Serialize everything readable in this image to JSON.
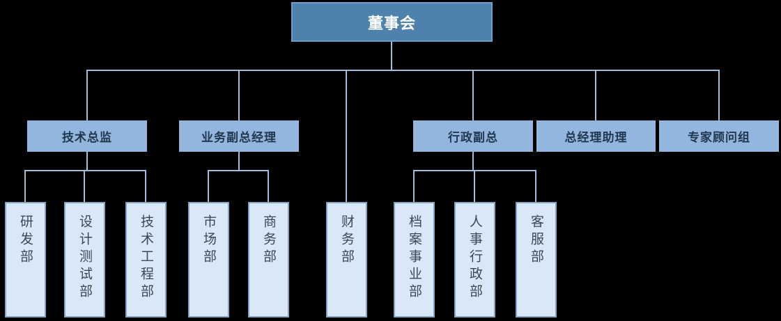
{
  "org": {
    "root": {
      "label": "董事会"
    },
    "managers": [
      {
        "label": "技术总监"
      },
      {
        "label": "业务副总经理"
      },
      {
        "label": "行政副总"
      },
      {
        "label": "总经理助理"
      },
      {
        "label": "专家顾问组"
      }
    ],
    "departments": [
      {
        "label": "研发部",
        "parent": "技术总监"
      },
      {
        "label": "设计测试部",
        "parent": "技术总监"
      },
      {
        "label": "技术工程部",
        "parent": "技术总监"
      },
      {
        "label": "市场部",
        "parent": "业务副总经理"
      },
      {
        "label": "商务部",
        "parent": "业务副总经理"
      },
      {
        "label": "财务部",
        "parent": "董事会"
      },
      {
        "label": "档案事业部",
        "parent": "行政副总"
      },
      {
        "label": "人事行政部",
        "parent": "行政副总"
      },
      {
        "label": "客服部",
        "parent": "行政副总"
      }
    ],
    "colors": {
      "background": "#000000",
      "connector": "#a3bedd",
      "root_fill": "#4e81ab",
      "root_border": "#6d9ec7",
      "root_text": "#ffffff",
      "manager_fill": "#93b6de",
      "manager_text": "#1f3850",
      "department_fill": "#d9e8f8",
      "department_border": "#87a3c4",
      "department_text": "#3d4754"
    }
  }
}
